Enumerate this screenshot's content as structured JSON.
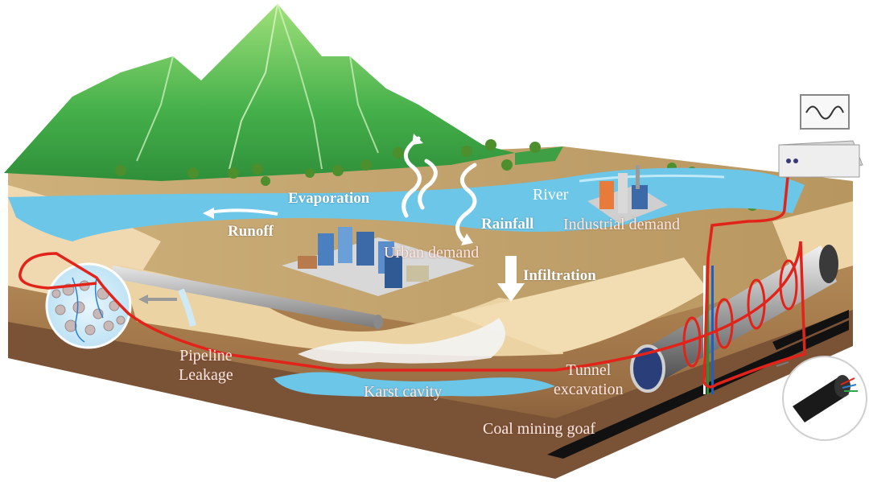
{
  "labels": {
    "evaporation": "Evaporation",
    "runoff": "Runoff",
    "rainfall": "Rainfall",
    "river": "River",
    "industrial_demand": "Industrial demand",
    "urban_demand": "Urban demand",
    "infiltration": "Infiltration",
    "pipeline_leakage": "Pipeline\nLeakage",
    "karst_cavity": "Karst cavity",
    "tunnel_excavation": "Tunnel\nexcavation",
    "coal_mining_goaf": "Coal mining goaf"
  },
  "colors": {
    "fiber": "#e2231a",
    "water": "#6cc6e8",
    "soil": "#c8a26a",
    "sand": "#f0d9b0",
    "mountain": "#4fb84a",
    "bedrock": "#8a5a3c"
  },
  "icons": [
    "tree-icon",
    "mountain-icon",
    "city-icon",
    "factory-icon",
    "tunnel-icon",
    "pipe-icon",
    "computer-icon",
    "fiber-cable-icon",
    "pore-particles-icon"
  ]
}
